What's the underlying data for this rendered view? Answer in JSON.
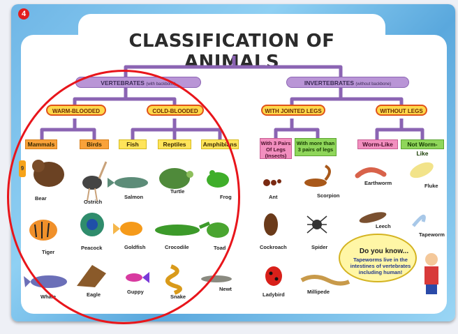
{
  "page_number": "4",
  "side_tab": "9",
  "title": "CLASSIFICATION OF ANIMALS",
  "vertebrates": {
    "label": "VERTEBRATES",
    "note": "(with backbone)"
  },
  "invertebrates": {
    "label": "INVERTEBRATES",
    "note": "(without backbone)"
  },
  "warm_blooded": "WARM-BLOODED",
  "cold_blooded": "COLD-BLOODED",
  "with_jointed_legs": "WITH JOINTED LEGS",
  "without_legs": "WITHOUT LEGS",
  "categories": {
    "mammals": "Mammals",
    "birds": "Birds",
    "fish": "Fish",
    "reptiles": "Reptiles",
    "amphibians": "Amphibians",
    "insects": "With 3 Pairs Of Legs (Insects)",
    "more_legs": "With more than 3 pairs of legs",
    "worm_like": "Worm-Like",
    "not_worm_like": "Not Worm-Like"
  },
  "animals": {
    "bear": "Bear",
    "ostrich": "Ostrich",
    "salmon": "Salmon",
    "turtle": "Turtle",
    "frog": "Frog",
    "tiger": "Tiger",
    "peacock": "Peacock",
    "goldfish": "Goldfish",
    "crocodile": "Crocodile",
    "toad": "Toad",
    "whale": "Whale",
    "eagle": "Eagle",
    "guppy": "Guppy",
    "snake": "Snake",
    "newt": "Newt",
    "ant": "Ant",
    "scorpion": "Scorpion",
    "cockroach": "Cockroach",
    "spider": "Spider",
    "ladybird": "Ladybird",
    "millipede": "Millipede",
    "earthworm": "Earthworm",
    "fluke": "Fluke",
    "leech": "Leech",
    "tapeworm": "Tapeworm"
  },
  "did_you_know": {
    "title": "Do you know...",
    "text": "Tapeworms live in the intestines of vertebrates including human!"
  },
  "colors": {
    "annotation": "#e8151b",
    "connector": "#8b64b3"
  }
}
